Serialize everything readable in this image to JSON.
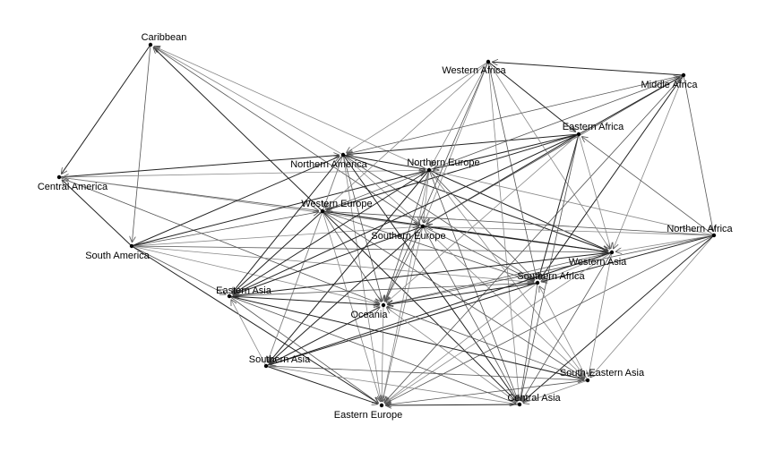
{
  "nodes": [
    {
      "id": "caribbean",
      "label": "Caribbean"
    },
    {
      "id": "central_america",
      "label": "Central America"
    },
    {
      "id": "south_america",
      "label": "South America"
    },
    {
      "id": "northern_america",
      "label": "Northern America"
    },
    {
      "id": "western_europe",
      "label": "Western Europe"
    },
    {
      "id": "northern_europe",
      "label": "Northern Europe"
    },
    {
      "id": "southern_europe",
      "label": "Southern Europe"
    },
    {
      "id": "eastern_europe",
      "label": "Eastern Europe"
    },
    {
      "id": "western_africa",
      "label": "Western Africa"
    },
    {
      "id": "middle_africa",
      "label": "Middle Africa"
    },
    {
      "id": "eastern_africa",
      "label": "Eastern Africa"
    },
    {
      "id": "northern_africa",
      "label": "Northern Africa"
    },
    {
      "id": "southern_africa",
      "label": "Southern Africa"
    },
    {
      "id": "western_asia",
      "label": "Western Asia"
    },
    {
      "id": "eastern_asia",
      "label": "Eastern Asia"
    },
    {
      "id": "southern_asia",
      "label": "Southern Asia"
    },
    {
      "id": "south_eastern_asia",
      "label": "South-Eastern Asia"
    },
    {
      "id": "central_asia",
      "label": "Central Asia"
    },
    {
      "id": "oceania",
      "label": "Oceania"
    }
  ],
  "edges": [
    [
      "caribbean",
      "central_america"
    ],
    [
      "caribbean",
      "south_america"
    ],
    [
      "northern_america",
      "caribbean"
    ],
    [
      "western_europe",
      "caribbean"
    ],
    [
      "southern_europe",
      "caribbean"
    ],
    [
      "northern_europe",
      "caribbean"
    ],
    [
      "central_america",
      "northern_america"
    ],
    [
      "central_america",
      "western_europe"
    ],
    [
      "central_america",
      "southern_europe"
    ],
    [
      "south_america",
      "central_america"
    ],
    [
      "central_america",
      "oceania"
    ],
    [
      "northern_europe",
      "central_america"
    ],
    [
      "south_america",
      "northern_america"
    ],
    [
      "south_america",
      "western_europe"
    ],
    [
      "south_america",
      "southern_europe"
    ],
    [
      "south_america",
      "northern_europe"
    ],
    [
      "south_america",
      "eastern_asia"
    ],
    [
      "south_america",
      "oceania"
    ],
    [
      "south_america",
      "eastern_europe"
    ],
    [
      "south_america",
      "western_asia"
    ],
    [
      "south_america",
      "southern_africa"
    ],
    [
      "northern_america",
      "northern_europe"
    ],
    [
      "northern_america",
      "western_europe"
    ],
    [
      "northern_america",
      "southern_europe"
    ],
    [
      "northern_america",
      "eastern_asia"
    ],
    [
      "northern_america",
      "oceania"
    ],
    [
      "northern_america",
      "eastern_europe"
    ],
    [
      "northern_america",
      "western_asia"
    ],
    [
      "northern_america",
      "southern_africa"
    ],
    [
      "western_africa",
      "northern_america"
    ],
    [
      "eastern_africa",
      "northern_america"
    ],
    [
      "middle_africa",
      "northern_america"
    ],
    [
      "northern_america",
      "southern_asia"
    ],
    [
      "northern_america",
      "central_asia"
    ],
    [
      "western_europe",
      "northern_europe"
    ],
    [
      "western_europe",
      "southern_europe"
    ],
    [
      "western_europe",
      "eastern_asia"
    ],
    [
      "western_europe",
      "oceania"
    ],
    [
      "western_europe",
      "eastern_europe"
    ],
    [
      "western_europe",
      "western_asia"
    ],
    [
      "western_europe",
      "southern_africa"
    ],
    [
      "western_africa",
      "western_europe"
    ],
    [
      "eastern_africa",
      "western_europe"
    ],
    [
      "northern_africa",
      "western_europe"
    ],
    [
      "western_europe",
      "southern_asia"
    ],
    [
      "western_europe",
      "central_asia"
    ],
    [
      "western_europe",
      "south_eastern_asia"
    ],
    [
      "northern_europe",
      "southern_europe"
    ],
    [
      "northern_europe",
      "eastern_asia"
    ],
    [
      "northern_europe",
      "oceania"
    ],
    [
      "northern_europe",
      "eastern_europe"
    ],
    [
      "northern_europe",
      "western_asia"
    ],
    [
      "northern_europe",
      "southern_africa"
    ],
    [
      "western_africa",
      "northern_europe"
    ],
    [
      "eastern_africa",
      "northern_europe"
    ],
    [
      "northern_europe",
      "middle_africa"
    ],
    [
      "northern_africa",
      "northern_europe"
    ],
    [
      "northern_europe",
      "southern_asia"
    ],
    [
      "northern_europe",
      "central_asia"
    ],
    [
      "northern_europe",
      "south_eastern_asia"
    ],
    [
      "southern_europe",
      "eastern_asia"
    ],
    [
      "southern_europe",
      "oceania"
    ],
    [
      "southern_europe",
      "eastern_europe"
    ],
    [
      "southern_europe",
      "western_asia"
    ],
    [
      "southern_europe",
      "southern_africa"
    ],
    [
      "western_africa",
      "southern_europe"
    ],
    [
      "eastern_africa",
      "southern_europe"
    ],
    [
      "middle_africa",
      "southern_europe"
    ],
    [
      "northern_africa",
      "southern_europe"
    ],
    [
      "southern_europe",
      "southern_asia"
    ],
    [
      "southern_europe",
      "central_asia"
    ],
    [
      "southern_europe",
      "south_eastern_asia"
    ],
    [
      "middle_africa",
      "western_africa"
    ],
    [
      "western_africa",
      "southern_africa"
    ],
    [
      "western_africa",
      "western_asia"
    ],
    [
      "western_africa",
      "eastern_africa"
    ],
    [
      "western_africa",
      "oceania"
    ],
    [
      "western_africa",
      "central_asia"
    ],
    [
      "eastern_africa",
      "middle_africa"
    ],
    [
      "middle_africa",
      "northern_africa"
    ],
    [
      "middle_africa",
      "western_asia"
    ],
    [
      "middle_africa",
      "southern_africa"
    ],
    [
      "middle_africa",
      "eastern_europe"
    ],
    [
      "eastern_africa",
      "western_asia"
    ],
    [
      "eastern_africa",
      "southern_africa"
    ],
    [
      "northern_africa",
      "eastern_africa"
    ],
    [
      "eastern_africa",
      "oceania"
    ],
    [
      "eastern_africa",
      "eastern_asia"
    ],
    [
      "eastern_africa",
      "central_asia"
    ],
    [
      "northern_africa",
      "western_asia"
    ],
    [
      "northern_africa",
      "southern_africa"
    ],
    [
      "northern_africa",
      "eastern_europe"
    ],
    [
      "northern_africa",
      "south_eastern_asia"
    ],
    [
      "northern_africa",
      "central_asia"
    ],
    [
      "northern_africa",
      "oceania"
    ],
    [
      "western_asia",
      "southern_africa"
    ],
    [
      "western_asia",
      "eastern_asia"
    ],
    [
      "western_asia",
      "oceania"
    ],
    [
      "western_asia",
      "eastern_europe"
    ],
    [
      "western_asia",
      "southern_asia"
    ],
    [
      "western_asia",
      "central_asia"
    ],
    [
      "western_asia",
      "south_eastern_asia"
    ],
    [
      "southern_africa",
      "oceania"
    ],
    [
      "southern_africa",
      "eastern_asia"
    ],
    [
      "southern_africa",
      "eastern_europe"
    ],
    [
      "southern_africa",
      "southern_asia"
    ],
    [
      "southern_africa",
      "central_asia"
    ],
    [
      "south_eastern_asia",
      "southern_africa"
    ],
    [
      "eastern_asia",
      "oceania"
    ],
    [
      "eastern_asia",
      "eastern_europe"
    ],
    [
      "southern_asia",
      "eastern_asia"
    ],
    [
      "eastern_asia",
      "south_eastern_asia"
    ],
    [
      "eastern_asia",
      "central_asia"
    ],
    [
      "oceania",
      "eastern_europe"
    ],
    [
      "southern_asia",
      "oceania"
    ],
    [
      "south_eastern_asia",
      "oceania"
    ],
    [
      "central_asia",
      "oceania"
    ],
    [
      "southern_asia",
      "eastern_europe"
    ],
    [
      "southern_asia",
      "south_eastern_asia"
    ],
    [
      "southern_asia",
      "central_asia"
    ],
    [
      "central_asia",
      "eastern_europe"
    ],
    [
      "south_eastern_asia",
      "eastern_europe"
    ],
    [
      "south_eastern_asia",
      "central_asia"
    ]
  ]
}
